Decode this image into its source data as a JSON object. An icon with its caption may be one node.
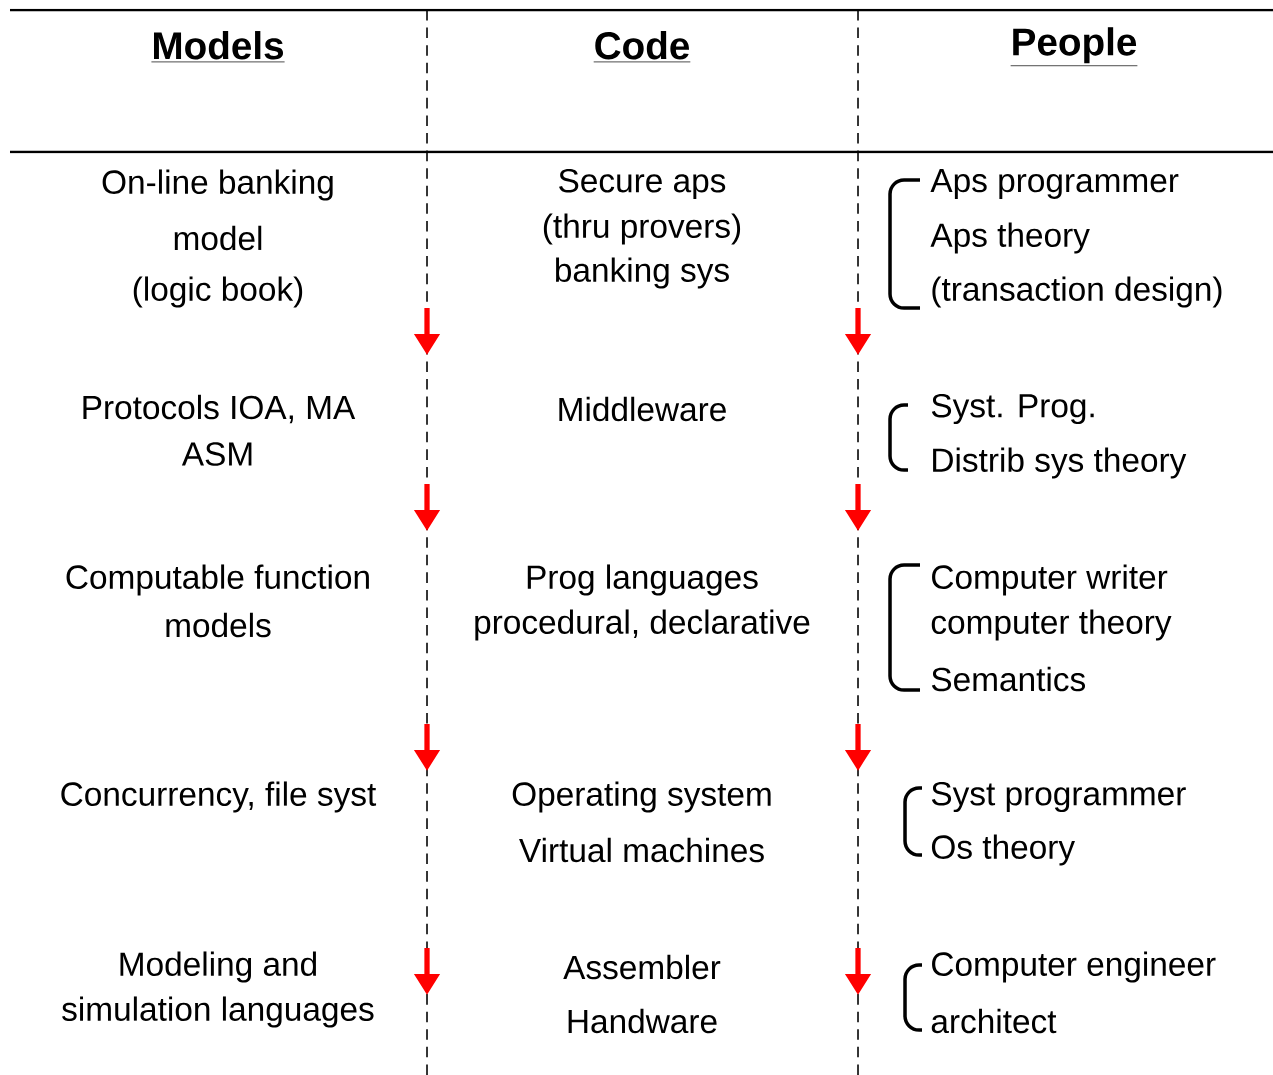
{
  "diagram": {
    "labels": [
      "Models",
      "Code",
      "People",
      "On-line banking",
      "model",
      "(logic book)",
      "Secure aps",
      "(thru provers)",
      "banking sys",
      "Aps programmer",
      "Aps theory",
      "(transaction design)",
      "Protocols IOA, MA",
      "ASM",
      "Middleware",
      "Syst. Prog.",
      "Distrib sys theory",
      "Computable function",
      "models",
      "Prog languages",
      "procedural, declarative",
      "Computer writer",
      "computer theory",
      "Semantics",
      "Concurrency, file syst",
      "Operating system",
      "Virtual machines",
      "Syst programmer",
      "Os theory",
      "Modeling and",
      "simulation languages",
      "Assembler",
      "Handware",
      "Computer engineer",
      "architect"
    ]
  }
}
